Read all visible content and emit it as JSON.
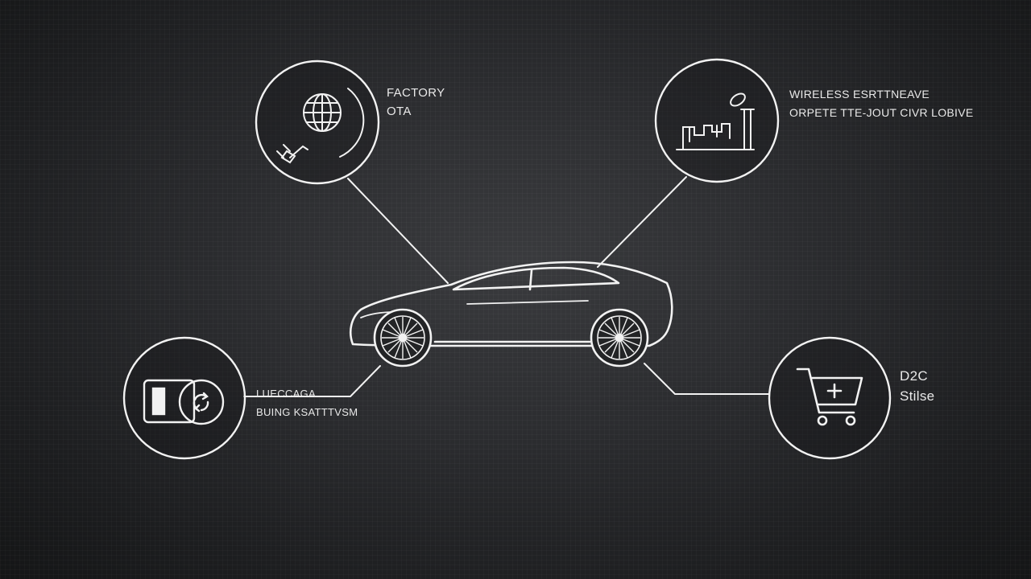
{
  "nodes": {
    "factory_ota": {
      "icon": "globe-plug-icon",
      "lines": [
        "FACTORY",
        "OTA"
      ]
    },
    "wireless": {
      "icon": "charging-station-icon",
      "lines": [
        "WIRELESS ESRTTNEAVE",
        "ORPETE TTE-JOUT CIVR LOBIVE"
      ]
    },
    "battery": {
      "icon": "battery-recycle-icon",
      "lines": [
        "LUECCAGA",
        "BUING KSATTTVSM"
      ]
    },
    "d2c": {
      "icon": "shopping-cart-icon",
      "lines": [
        "D2C",
        "Stilse"
      ]
    }
  },
  "center": {
    "icon": "car-icon"
  },
  "colors": {
    "stroke": "#f2f2f2",
    "background": "#2b2c2f",
    "text": "#e9e9e9"
  }
}
